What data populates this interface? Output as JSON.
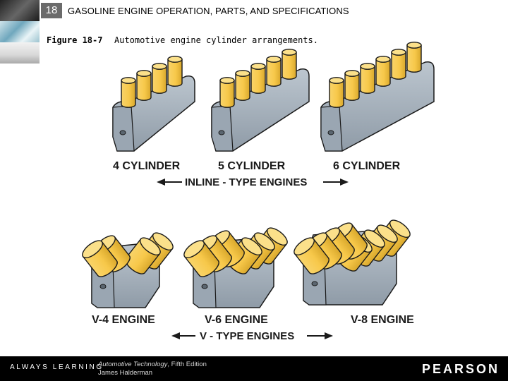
{
  "header": {
    "chapter_number": "18",
    "chapter_title": "GASOLINE ENGINE OPERATION, PARTS, AND SPECIFICATIONS",
    "figure_label": "Figure 18-7",
    "figure_caption": "Automotive engine cylinder arrangements."
  },
  "figure": {
    "inline_labels": [
      "4 CYLINDER",
      "5 CYLINDER",
      "6 CYLINDER"
    ],
    "inline_group_label": "INLINE - TYPE ENGINES",
    "v_labels": [
      "V-4 ENGINE",
      "V-6 ENGINE",
      "V-8 ENGINE"
    ],
    "v_group_label": "V - TYPE ENGINES",
    "colors": {
      "cylinder": "#f7c84a",
      "block": "#a9b5c1",
      "outline": "#1a1a1a"
    }
  },
  "footer": {
    "always_learning": "ALWAYS LEARNING",
    "book_title": "Automotive Technology",
    "book_edition": ", Fifth Edition",
    "author": "James Halderman",
    "publisher": "PEARSON"
  }
}
